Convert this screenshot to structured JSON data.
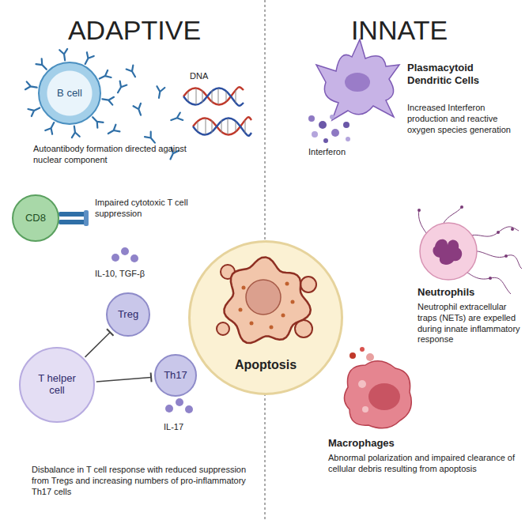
{
  "diagram": {
    "nodes": [
      {
        "text": [
          "B cell"
        ]
      },
      {
        "text": [
          "CD8"
        ]
      },
      {
        "text": [
          "Treg"
        ]
      },
      {
        "text": [
          "T helper cell"
        ]
      },
      {
        "text": [
          "Th17"
        ]
      },
      {
        "text": [
          "Apoptosis"
        ]
      }
    ],
    "edges": [
      {
        "from": 3,
        "to": 2,
        "arrow": "to"
      },
      {
        "from": 3,
        "to": 4,
        "arrow": "to"
      }
    ],
    "labels": [
      "ADAPTIVE",
      "INNATE",
      "DNA",
      "Autoantibody formation directed against nuclear component",
      "Impaired cytotoxic T cell suppression",
      "IL-10, TGF-β",
      "IL-17",
      "Disbalance in T cell response with reduced suppression from Tregs and increasing numbers of pro-inflammatory Th17 cells",
      "Plasmacytoid Dendritic Cells",
      "Increased Interferon production and reactive oxygen species generation",
      "Interferon",
      "Neutrophils",
      "Neutrophil extracellular traps (NETs) are expelled during innate inflammatory response",
      "Macrophages",
      "Abnormal polarization and impaired clearance of cellular debris resulting from apoptosis"
    ]
  }
}
